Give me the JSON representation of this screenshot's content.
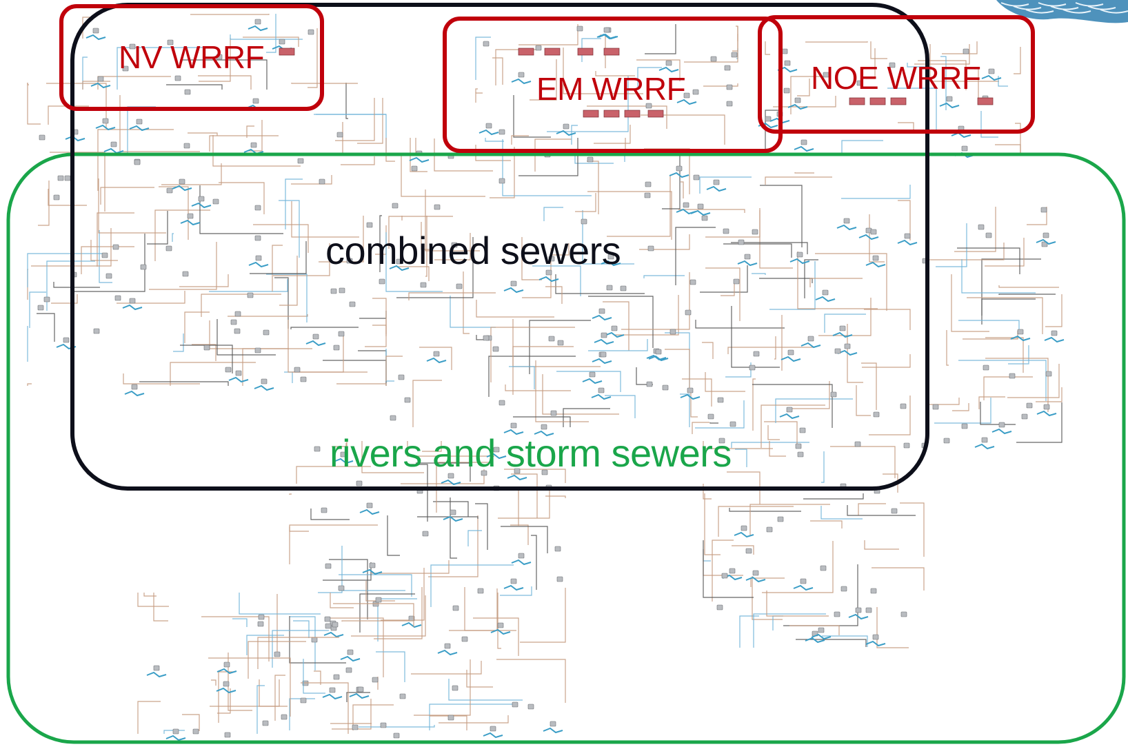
{
  "regions": {
    "nv_wrrf": {
      "label": "NV WRRF"
    },
    "em_wrrf": {
      "label": "EM WRRF"
    },
    "noe_wrrf": {
      "label": "NOE WRRF"
    },
    "combined_sewers": {
      "label": "combined sewers"
    },
    "rivers_storm_sewers": {
      "label": "rivers and storm sewers"
    }
  },
  "colors": {
    "wrrf_outline": "#c0000b",
    "combined_outline": "#0d0f1a",
    "rivers_outline": "#1aa64a",
    "sewer_pipe": "#c49a7e",
    "river_line": "#6fb4d8",
    "network_line": "#555555",
    "node_fill": "#b9bcc0",
    "corner_graphic": "#2f7fb0"
  }
}
